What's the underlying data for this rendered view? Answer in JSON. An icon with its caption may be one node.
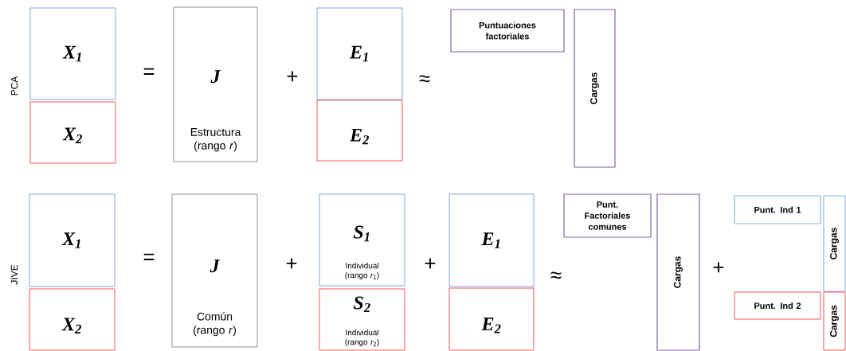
{
  "diagram": {
    "nodes": [
      {
        "text": [
          "X$_{1}$"
        ]
      },
      {
        "text": [
          "X$_{2}$"
        ]
      },
      {
        "text": [
          "J",
          "Estructura (rango *r*)"
        ]
      },
      {
        "text": [
          "E$_{1}$"
        ]
      },
      {
        "text": [
          "E$_{2}$"
        ]
      },
      {
        "text": [
          "Puntuaciones factoriales"
        ]
      },
      {
        "text": [
          "Cargas"
        ]
      },
      {
        "text": [
          "X$_{1}$"
        ]
      },
      {
        "text": [
          "X$_{2}$"
        ]
      },
      {
        "text": [
          "J",
          "Común (rango *r*)"
        ]
      },
      {
        "text": [
          "S$_{1}$",
          "Individual (rango *r*$_{1}$)"
        ]
      },
      {
        "text": [
          "S$_{2}$",
          "Individual (rango *r*$_{2}$)"
        ]
      },
      {
        "text": [
          "E$_{1}$"
        ]
      },
      {
        "text": [
          "E$_{2}$"
        ]
      },
      {
        "text": [
          "Punt. Factoriales comunes"
        ]
      },
      {
        "text": [
          "Cargas"
        ]
      },
      {
        "text": [
          "Punt. Ind 1"
        ]
      },
      {
        "text": [
          "Cargas"
        ]
      },
      {
        "text": [
          "Punt. Ind 2"
        ]
      },
      {
        "text": [
          "Cargas"
        ]
      }
    ],
    "labels": [
      "PCA",
      "=",
      "+",
      "≈",
      "JIVE",
      "=",
      "+",
      "+",
      "≈",
      "+"
    ]
  }
}
